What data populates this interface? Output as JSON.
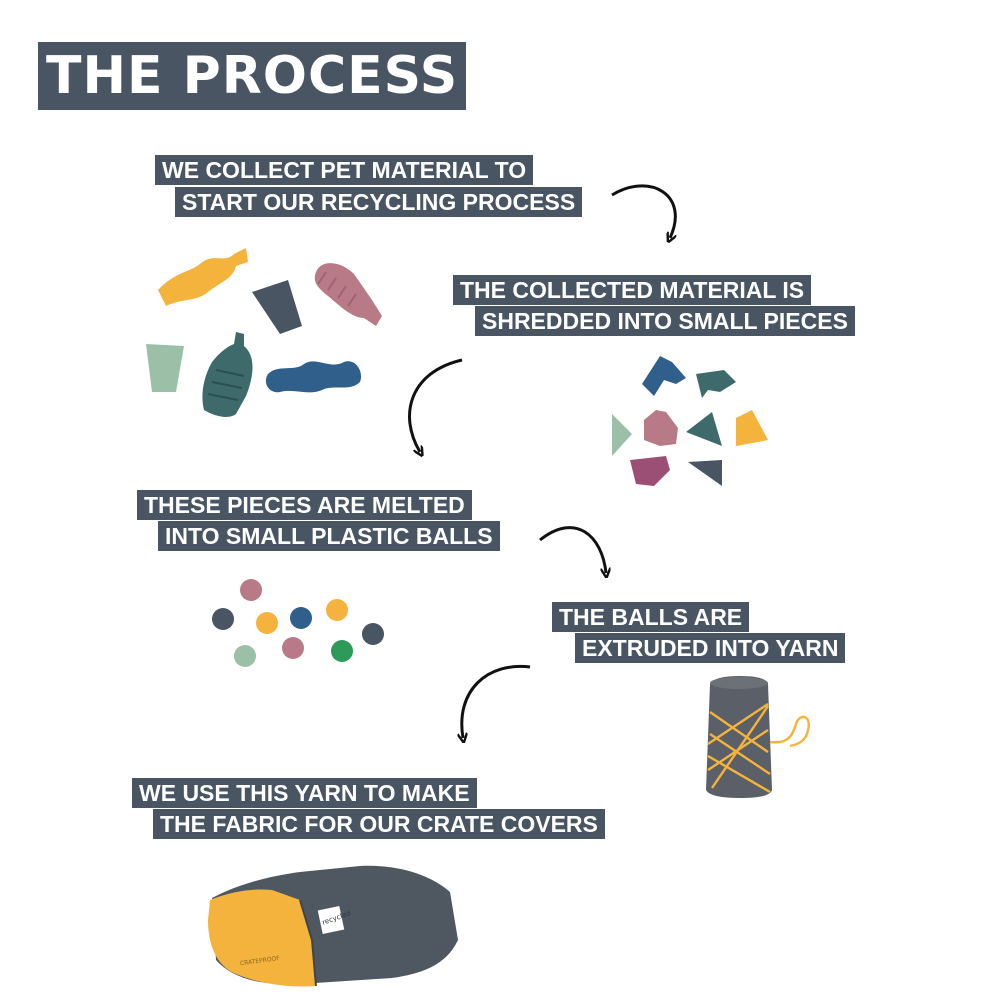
{
  "title": "THE PROCESS",
  "steps": [
    {
      "line1": "WE COLLECT PET MATERIAL TO",
      "line2": "START OUR RECYCLING PROCESS"
    },
    {
      "line1": "THE COLLECTED MATERIAL IS",
      "line2": "SHREDDED INTO SMALL PIECES"
    },
    {
      "line1": "THESE PIECES ARE MELTED",
      "line2": "INTO SMALL PLASTIC BALLS"
    },
    {
      "line1": "THE BALLS ARE",
      "line2": "EXTRUDED INTO YARN"
    },
    {
      "line1": "WE USE THIS YARN TO MAKE",
      "line2": "THE FABRIC FOR OUR CRATE COVERS"
    }
  ],
  "product_tag": "recycled",
  "product_side_text": "CRATEPROOF",
  "colors": {
    "slate": "#4a5563",
    "yellow": "#f3b33d",
    "rose": "#b87a86",
    "blue": "#2f5f8a",
    "teal": "#3f6a6b",
    "sage": "#9cbfa8",
    "green": "#2e9a5a"
  }
}
